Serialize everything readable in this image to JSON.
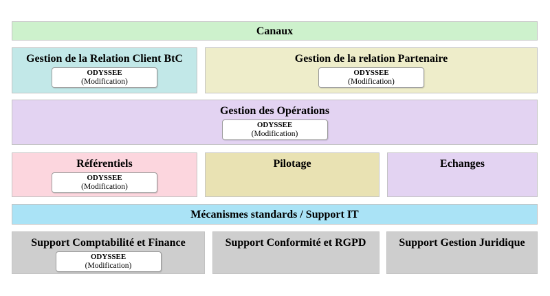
{
  "diagram": {
    "app_box": {
      "name": "ODYSSEE",
      "status": "(Modification)"
    },
    "border_color": "#c3c3c3",
    "rows": [
      {
        "label": "Canaux",
        "bg": "#cdf1cc"
      },
      {
        "blocks": [
          {
            "label": "Gestion de la Relation Client BtC",
            "bg": "#c2e8e8",
            "has_app": true
          },
          {
            "label": "Gestion de la relation Partenaire",
            "bg": "#eeedca",
            "has_app": true
          }
        ]
      },
      {
        "label": "Gestion des Opérations",
        "bg": "#e3d3f2",
        "has_app": true
      },
      {
        "blocks": [
          {
            "label": "Référentiels",
            "bg": "#fcd6de",
            "has_app": true
          },
          {
            "label": "Pilotage",
            "bg": "#e9e2b3",
            "has_app": false
          },
          {
            "label": "Echanges",
            "bg": "#e3d3f2",
            "has_app": false
          }
        ]
      },
      {
        "label": "Mécanismes standards / Support IT",
        "bg": "#aae3f6"
      },
      {
        "blocks": [
          {
            "label": "Support Comptabilité et Finance",
            "bg": "#cecece",
            "has_app": true
          },
          {
            "label": "Support Conformité et RGPD",
            "bg": "#cecece",
            "has_app": false
          },
          {
            "label": "Support Gestion Juridique",
            "bg": "#cecece",
            "has_app": false
          }
        ]
      }
    ]
  }
}
